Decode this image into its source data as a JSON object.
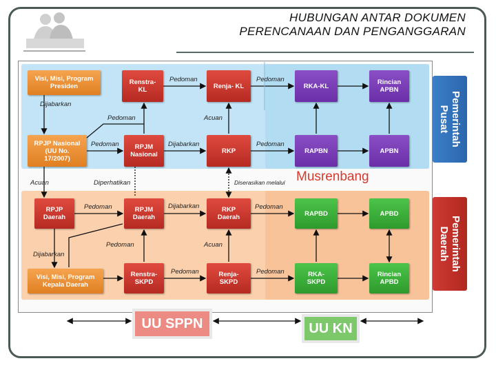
{
  "title": {
    "line1": "HUBUNGAN ANTAR DOKUMEN",
    "line2": "PERENCANAAN DAN PENGANGGARAN"
  },
  "nodes": {
    "visi_presiden": "Visi, Misi, Program\nPresiden",
    "renstra_kl": "Renstra-\nKL",
    "renja_kl": "Renja- KL",
    "rka_kl": "RKA-KL",
    "rincian_apbn": "Rincian\nAPBN",
    "rpjp_nasional": "RPJP Nasional\n(UU No.\n17/2007)",
    "rpjm_nasional": "RPJM\nNasional",
    "rkp": "RKP",
    "rapbn": "RAPBN",
    "apbn": "APBN",
    "rpjp_daerah": "RPJP\nDaerah",
    "rpjm_daerah": "RPJM\nDaerah",
    "rkp_daerah": "RKP\nDaerah",
    "rapbd": "RAPBD",
    "apbd": "APBD",
    "visi_kepala_daerah": "Visi, Misi, Program\nKepala Daerah",
    "renstra_skpd": "Renstra-\nSKPD",
    "renja_skpd": "Renja-\nSKPD",
    "rka_skpd": "RKA-\nSKPD",
    "rincian_apbd": "Rincian\nAPBD"
  },
  "labels": {
    "pedoman": "Pedoman",
    "dijabarkan": "Dijabarkan",
    "acuan": "Acuan",
    "diperhatikan": "Diperhatikan",
    "diserasikan": "Diserasikan melalui",
    "musrenbang": "Musrenbang"
  },
  "side_labels": {
    "pusat": "Pemerintah\nPusat",
    "daerah": "Pemerintah\nDaerah"
  },
  "laws": {
    "sppn": "UU SPPN",
    "kn": "UU KN"
  },
  "colors": {
    "red": "#c8352c",
    "purple": "#7a3fb8",
    "green": "#3aae38",
    "orange": "#ea8d3a",
    "pusat_bg": "#bfe3f5",
    "daerah_bg": "#f9c9a2",
    "side_blue": "#3a7fc8",
    "side_red": "#cf3a34"
  }
}
